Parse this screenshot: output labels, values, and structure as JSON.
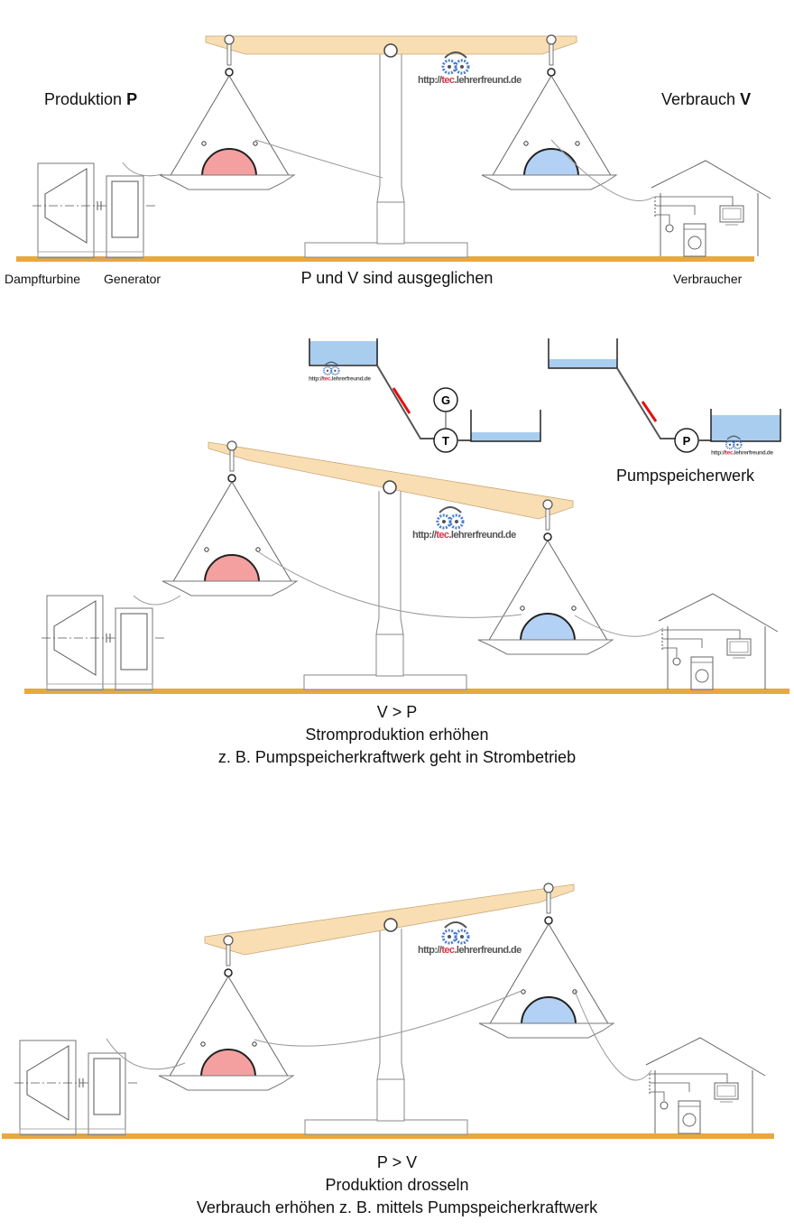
{
  "colors": {
    "beam": "#f8deb2",
    "ground": "#e8a840",
    "production_mass": "#f4a0a0",
    "consumption_mass": "#b3d1f4",
    "water": "#a9cdee",
    "flow_arrow": "#e01010",
    "line": "#555555"
  },
  "watermark": {
    "prefix": "http://",
    "highlight": "tec",
    "suffix": ".lehrerfreund.de"
  },
  "panels": [
    {
      "state": "balanced",
      "labels": {
        "production": "Produktion ",
        "production_symbol": "P",
        "consumption": "Verbrauch ",
        "consumption_symbol": "V",
        "turbine": "Dampfturbine",
        "generator": "Generator",
        "consumer": "Verbraucher"
      },
      "caption_lines": [
        "P und V sind ausgeglichen"
      ]
    },
    {
      "state": "consumption-heavier",
      "pumped_storage": {
        "generator_mode": {
          "generator_symbol": "G",
          "turbine_symbol": "T"
        },
        "pump_mode": {
          "pump_symbol": "P"
        },
        "label": "Pumpspeicherwerk"
      },
      "caption_lines": [
        "V > P",
        "Stromproduktion erhöhen",
        "z. B. Pumpspeicherkraftwerk geht in Strombetrieb"
      ]
    },
    {
      "state": "production-heavier",
      "caption_lines": [
        "P > V",
        "Produktion drosseln",
        "Verbrauch erhöhen z. B. mittels Pumpspeicherkraftwerk"
      ]
    }
  ]
}
